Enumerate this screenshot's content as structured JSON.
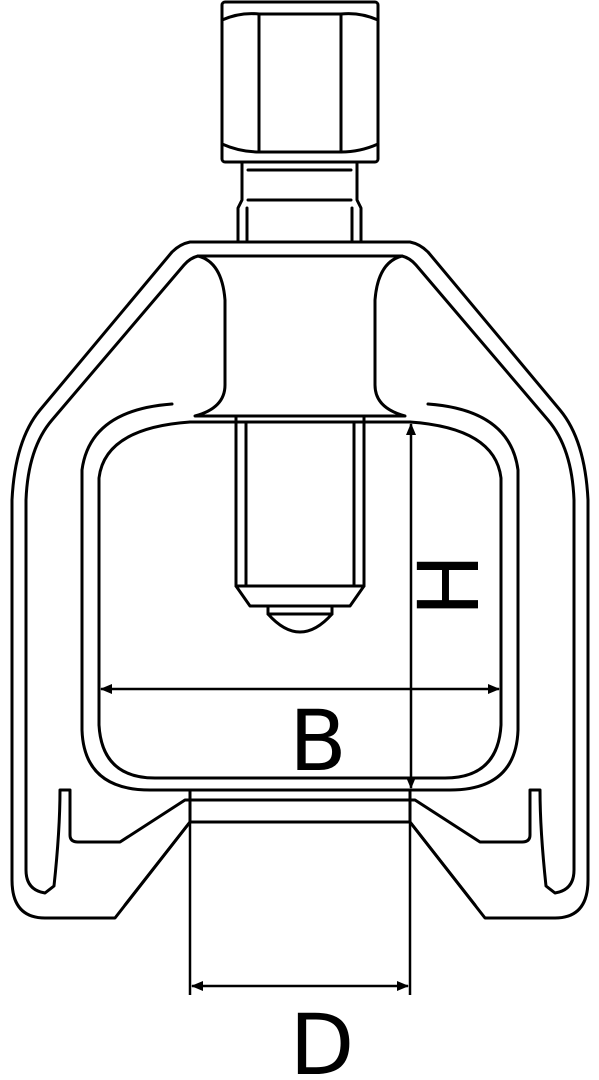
{
  "diagram": {
    "labels": {
      "height": "H",
      "width": "B",
      "diameter": "D"
    },
    "colors": {
      "line": "#000000",
      "background": "#ffffff"
    }
  }
}
